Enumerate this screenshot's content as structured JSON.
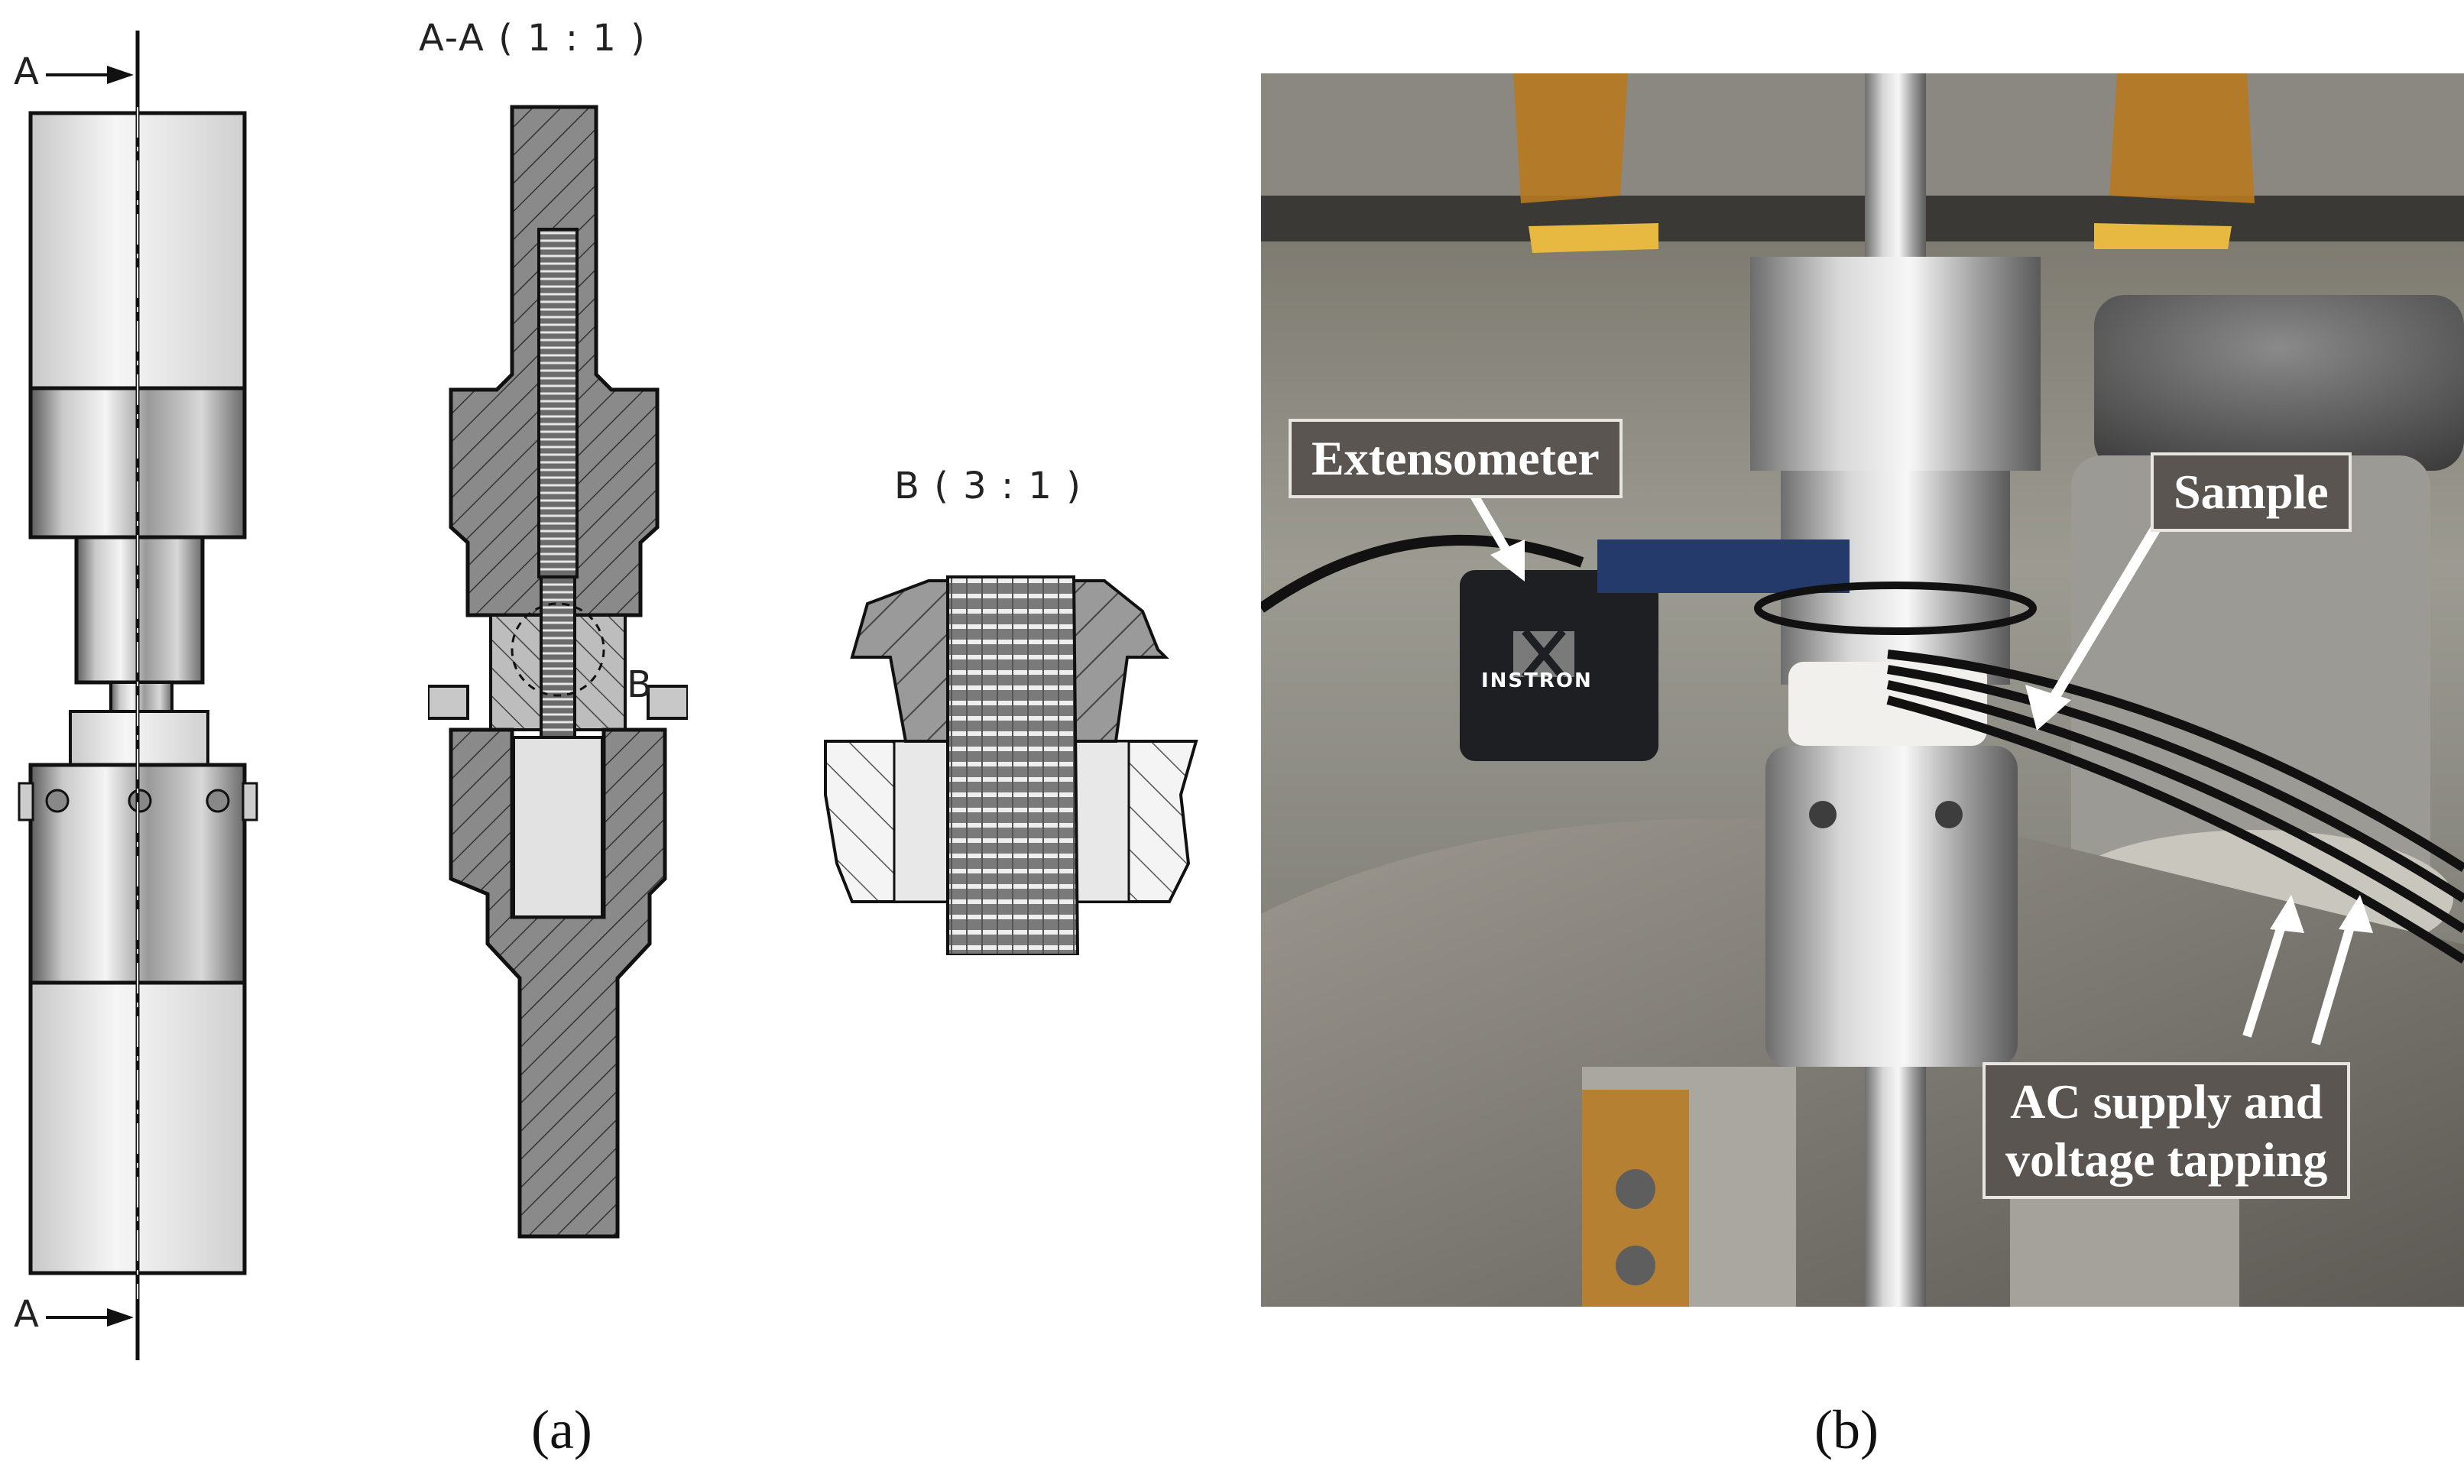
{
  "panel_a": {
    "section_marker_top": "A",
    "section_marker_bottom": "A",
    "section_view_title": "A-A ( 1 : 1 )",
    "detail_marker": "B",
    "detail_view_title": "B ( 3 : 1 )",
    "caption": "(a)"
  },
  "panel_b": {
    "callouts": {
      "extensometer": "Extensometer",
      "sample": "Sample",
      "ac_supply_line1": "AC supply and",
      "ac_supply_line2": "voltage tapping"
    },
    "device_logo_text": "INSTRON",
    "caption": "(b)"
  },
  "colors": {
    "metal": "#b9b9b9",
    "hatch_fill": "#8a8a8a",
    "callout_bg": "#5a5550",
    "kapton_tape": "#b7791f"
  }
}
